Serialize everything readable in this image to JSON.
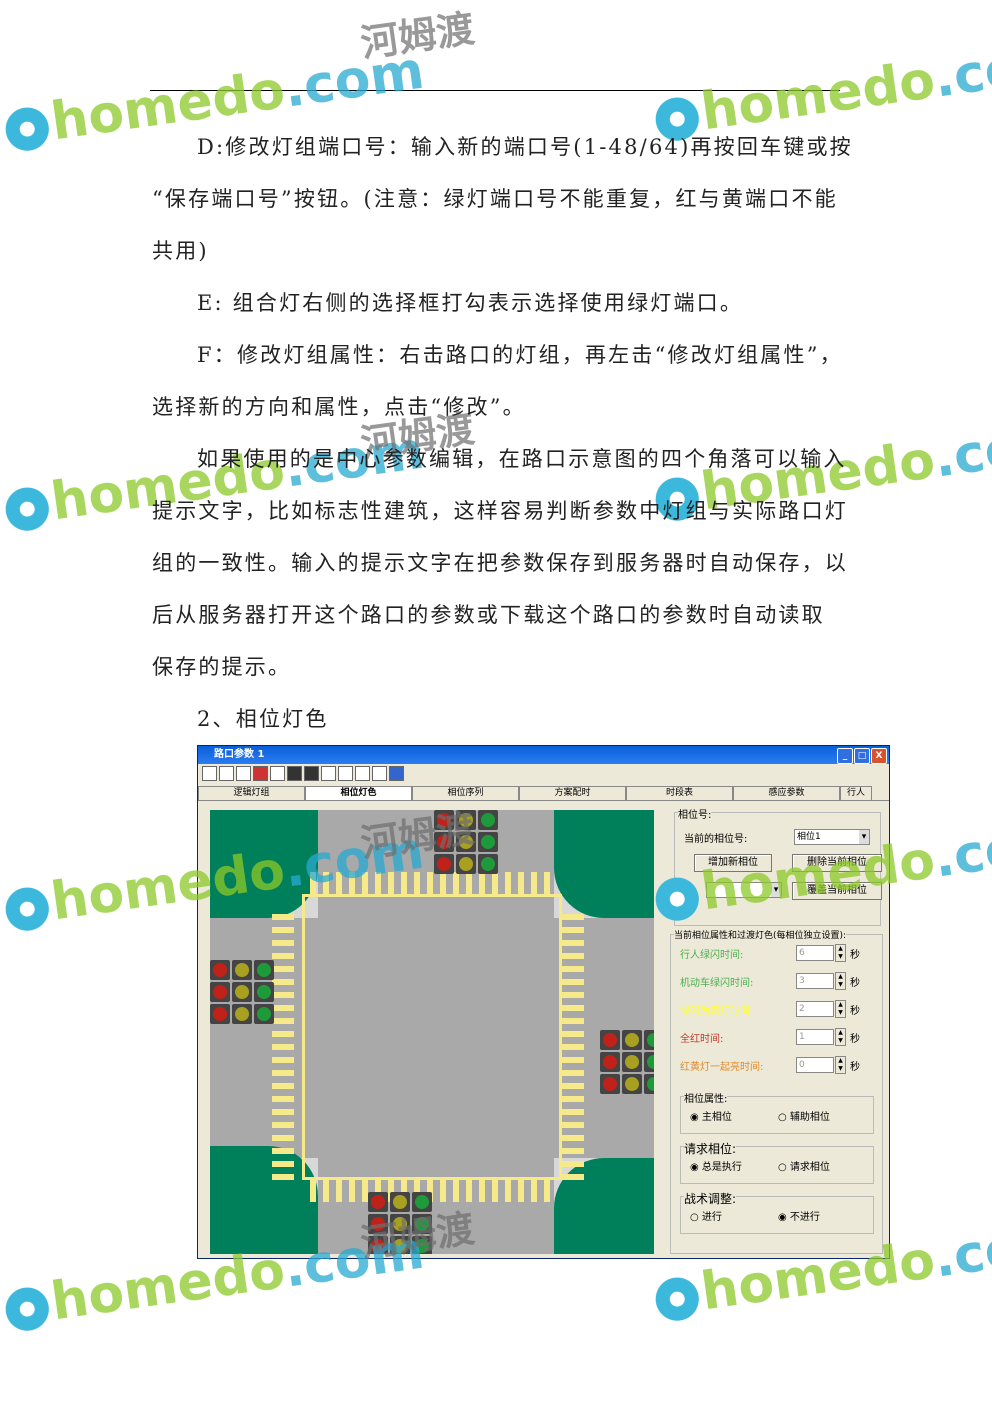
{
  "watermark": {
    "brand": "homedo",
    "suffix": ".com",
    "cn": "河姆渡"
  },
  "paragraphs": [
    "D:修改灯组端口号：输入新的端口号(1-48/64)再按回车键或按",
    "“保存端口号”按钮。(注意：绿灯端口号不能重复，红与黄端口不能",
    "共用)",
    "E: 组合灯右侧的选择框打勾表示选择使用绿灯端口。",
    "F：修改灯组属性：右击路口的灯组，再左击“修改灯组属性”，",
    "选择新的方向和属性，点击“修改”。",
    "如果使用的是中心参数编辑，在路口示意图的四个角落可以输入",
    "提示文字，比如标志性建筑，这样容易判断参数中灯组与实际路口灯",
    "组的一致性。输入的提示文字在把参数保存到服务器时自动保存，以",
    "后从服务器打开这个路口的参数或下载这个路口的参数时自动读取",
    "保存的提示。",
    "2、相位灯色"
  ],
  "window": {
    "title": "路口参数  1",
    "controls": [
      "_",
      "□",
      "X"
    ],
    "tabs": [
      "逻辑灯组",
      "相位灯色",
      "相位序列",
      "方案配时",
      "时段表",
      "感应参数",
      "行人"
    ],
    "active_tab": 1,
    "panel": {
      "phase_group": "相位号:",
      "current_phase_label": "当前的相位号:",
      "current_phase_value": "相位1",
      "add_btn": "增加新相位",
      "delete_btn": "删除当前相位",
      "copy_select": "",
      "overwrite_btn": "覆盖当前相位",
      "attr_group": "当前相位属性和过渡灯色(每相位独立设置):",
      "unit": "秒",
      "times": [
        {
          "label": "行人绿闪时间:",
          "value": "6",
          "color": "#4caf50"
        },
        {
          "label": "机动车绿闪时间:",
          "value": "3",
          "color": "#4caf50"
        },
        {
          "label": "绿闪后黄灯时间:",
          "value": "2",
          "color": "#ffff33"
        },
        {
          "label": "全红时间:",
          "value": "1",
          "color": "#c0392b"
        },
        {
          "label": "红黄灯一起亮时间:",
          "value": "0",
          "color": "#e08a2a"
        }
      ],
      "phase_attr": {
        "title": "相位属性:",
        "options": [
          "主相位",
          "辅助相位"
        ],
        "selected": 0
      },
      "request": {
        "title": "请求相位:",
        "options": [
          "总是执行",
          "请求相位"
        ],
        "selected": 0
      },
      "tactic": {
        "title": "战术调整:",
        "options": [
          "进行",
          "不进行"
        ],
        "selected": 1
      }
    }
  }
}
